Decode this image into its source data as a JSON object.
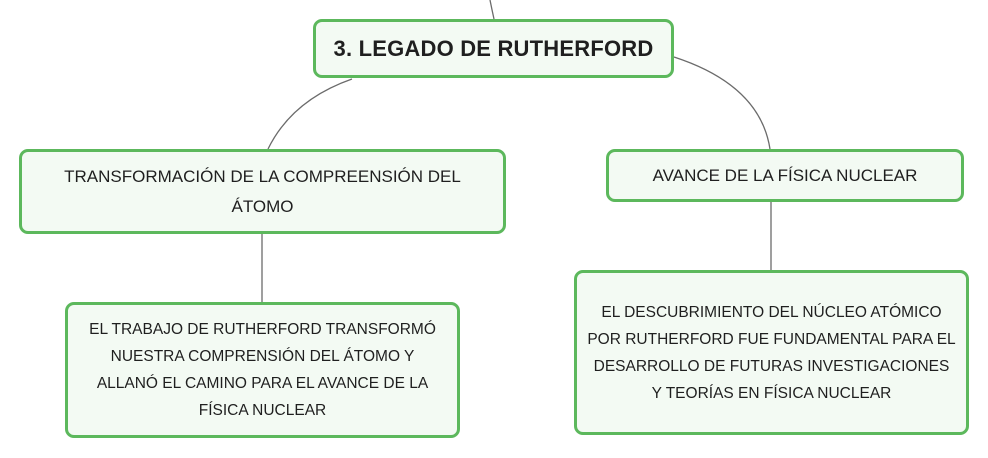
{
  "root": {
    "label": "3. LEGADO DE RUTHERFORD"
  },
  "branches": [
    {
      "label": "TRANSFORMACIÓN DE LA COMPREENSIÓN DEL ÁTOMO",
      "child": "EL TRABAJO DE RUTHERFORD TRANSFORMÓ NUESTRA COMPRENSIÓN DEL ÁTOMO Y ALLANÓ EL CAMINO PARA EL AVANCE DE LA FÍSICA NUCLEAR"
    },
    {
      "label": "AVANCE DE LA FÍSICA NUCLEAR",
      "child": "EL DESCUBRIMIENTO DEL NÚCLEO ATÓMICO POR RUTHERFORD FUE FUNDAMENTAL PARA EL DESARROLLO DE FUTURAS INVESTIGACIONES Y TEORÍAS EN FÍSICA NUCLEAR"
    }
  ],
  "colors": {
    "node_border": "#5cb85c",
    "node_fill": "#f3faf3",
    "connector": "#6b6b6b",
    "text": "#1f1f1f"
  }
}
